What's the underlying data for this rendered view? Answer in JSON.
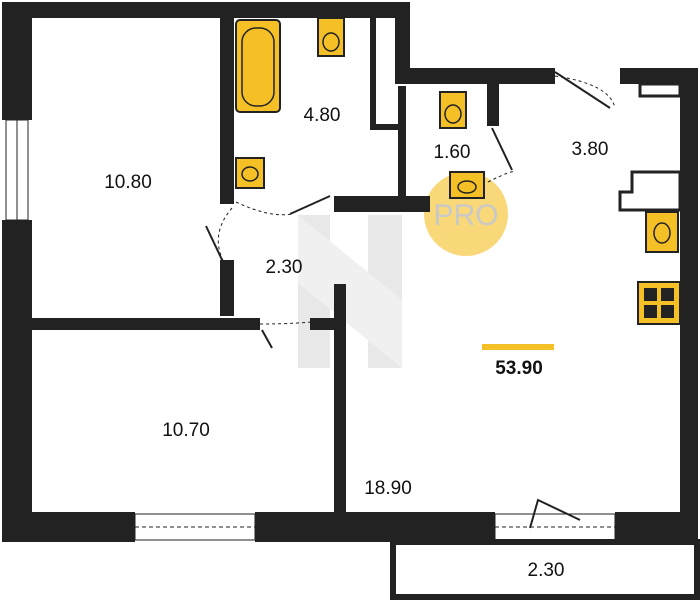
{
  "plan": {
    "total_area": "53.90",
    "badge": "PRO",
    "rooms": [
      {
        "id": "room-upper-left",
        "area": "10.80"
      },
      {
        "id": "bathroom",
        "area": "4.80"
      },
      {
        "id": "toilet",
        "area": "1.60"
      },
      {
        "id": "kitchen",
        "area": "3.80"
      },
      {
        "id": "corridor",
        "area": "2.30"
      },
      {
        "id": "room-lower-left",
        "area": "10.70"
      },
      {
        "id": "living-room",
        "area": "18.90"
      },
      {
        "id": "balcony",
        "area": "2.30"
      }
    ]
  },
  "colors": {
    "wall": "#222222",
    "fixture": "#f5c026",
    "badge_circle": "#f7d46a",
    "total_bar": "#f5c026",
    "watermark": "#cfcfcf"
  }
}
